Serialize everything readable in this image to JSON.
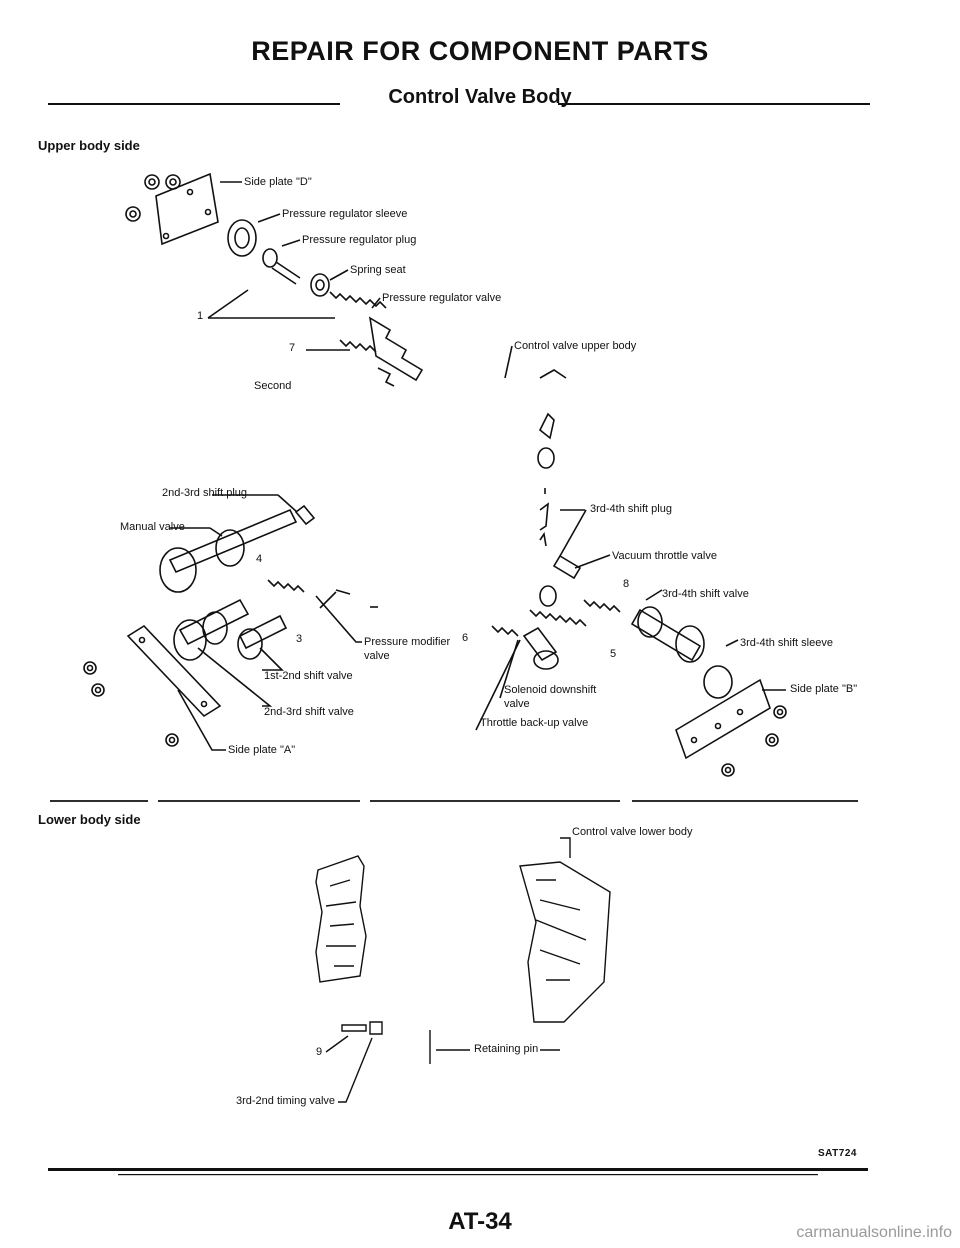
{
  "header": {
    "title": "REPAIR FOR COMPONENT PARTS",
    "subtitle": "Control Valve Body"
  },
  "upper": {
    "section_label": "Upper body side",
    "labels": {
      "side_plate_d": "Side plate \"D\"",
      "pr_sleeve": "Pressure regulator sleeve",
      "pr_plug": "Pressure regulator plug",
      "spring_seat": "Spring seat",
      "pr_valve": "Pressure regulator valve",
      "cv_upper_body": "Control valve upper body",
      "second": "Second",
      "shift_plug_23": "2nd-3rd shift plug",
      "manual_valve": "Manual valve",
      "shift_plug_34": "3rd-4th shift plug",
      "vacuum_throttle": "Vacuum throttle valve",
      "shift_valve_34": "3rd-4th shift valve",
      "shift_sleeve_34": "3rd-4th shift sleeve",
      "pressure_modifier": "Pressure modifier",
      "valve_word": "valve",
      "shift_valve_12": "1st-2nd shift valve",
      "shift_valve_23": "2nd-3rd shift valve",
      "side_plate_a": "Side plate \"A\"",
      "solenoid_downshift": "Solenoid downshift",
      "solenoid_valve": "valve",
      "throttle_backup": "Throttle back-up valve",
      "side_plate_b": "Side plate \"B\""
    },
    "callouts": [
      "1",
      "7",
      "4",
      "3",
      "6",
      "8",
      "5"
    ]
  },
  "lower": {
    "section_label": "Lower body side",
    "labels": {
      "cv_lower_body": "Control valve lower body",
      "retaining_pin": "Retaining pin",
      "timing_valve": "3rd-2nd timing valve"
    },
    "callouts": [
      "9"
    ]
  },
  "footer": {
    "figure_code": "SAT724",
    "page_number": "AT-34",
    "watermark": "carmanualsonline.info"
  }
}
